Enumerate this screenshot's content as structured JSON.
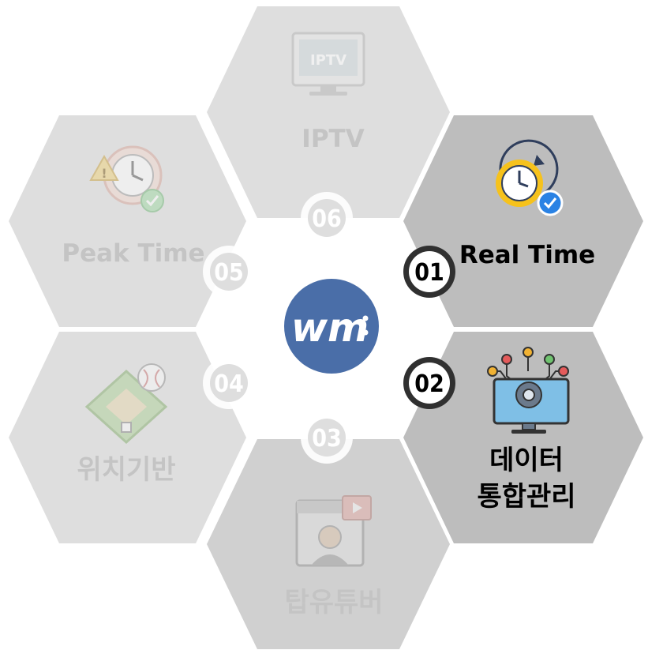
{
  "center_logo": {
    "text": "wm",
    "color": "#4a6ea8"
  },
  "segments": [
    {
      "id": "01",
      "label_lines": [
        "Real Time"
      ],
      "icon": "clock-check-icon",
      "active": true
    },
    {
      "id": "02",
      "label_lines": [
        "데이터",
        "통합관리"
      ],
      "icon": "monitor-gear-icon",
      "active": true
    },
    {
      "id": "03",
      "label_lines": [
        "탑유튜버"
      ],
      "icon": "video-streamer-icon",
      "active": false
    },
    {
      "id": "04",
      "label_lines": [
        "위치기반"
      ],
      "icon": "baseball-field-icon",
      "active": false
    },
    {
      "id": "05",
      "label_lines": [
        "Peak Time"
      ],
      "icon": "clock-warning-icon",
      "active": false
    },
    {
      "id": "06",
      "label_lines": [
        "IPTV"
      ],
      "icon": "iptv-monitor-icon",
      "active": false
    }
  ],
  "iptv_screen_text": "IPTV",
  "colors": {
    "hex_active": "#bdbdbd",
    "hex_inactive": "#dedede",
    "label_active": "#000000",
    "label_inactive": "#c4c4c4",
    "badge_active_ring": "#303030",
    "badge_inactive_ring": "#ffffff"
  }
}
